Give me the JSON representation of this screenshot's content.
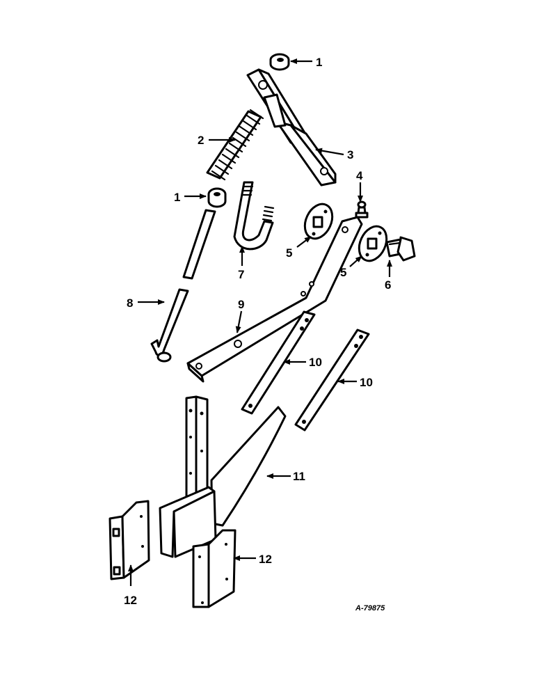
{
  "callouts": {
    "c1a": "1",
    "c1b": "1",
    "c2": "2",
    "c3": "3",
    "c4": "4",
    "c5a": "5",
    "c5b": "5",
    "c6": "6",
    "c7": "7",
    "c8": "8",
    "c9": "9",
    "c10a": "10",
    "c10b": "10",
    "c11": "11",
    "c12a": "12",
    "c12b": "12"
  },
  "drawing_code": "A-79875"
}
